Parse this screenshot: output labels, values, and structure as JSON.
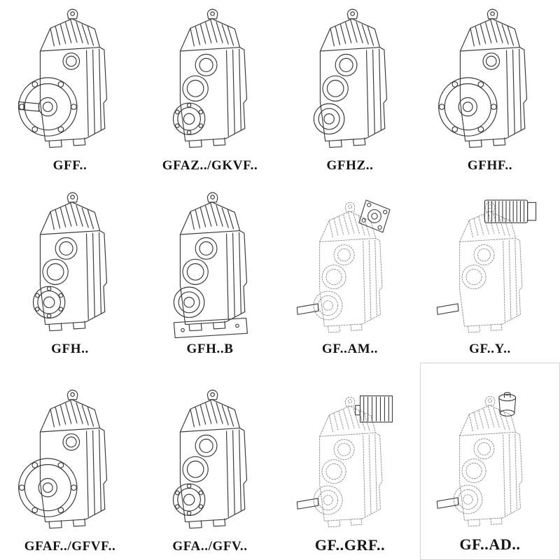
{
  "page": {
    "background_color": "#ffffff",
    "line_color": "#3c3c3c",
    "dashed_line_color": "#8f8f8f"
  },
  "catalog": {
    "items": [
      {
        "label": "GFF..",
        "variant": "flange-mounted-solid-shaft",
        "line_style": "solid"
      },
      {
        "label": "GFAZ../GKVF..",
        "variant": "hollow-shaft-unit",
        "line_style": "solid"
      },
      {
        "label": "GFHZ..",
        "variant": "hollow-shaft-shrink-disc",
        "line_style": "solid"
      },
      {
        "label": "GFHF..",
        "variant": "flange-mounted-hollow-shaft",
        "line_style": "solid"
      },
      {
        "label": "GFH..",
        "variant": "shaft-mounted-unit",
        "line_style": "solid"
      },
      {
        "label": "GFH..B",
        "variant": "shaft-mounted-with-base",
        "line_style": "solid"
      },
      {
        "label": "GF..AM..",
        "variant": "iec-motor-adapter",
        "line_style": "dashed"
      },
      {
        "label": "GF..Y..",
        "variant": "motor-mounted-unit",
        "line_style": "dashed"
      },
      {
        "label": "GFAF../GFVF..",
        "variant": "flange-mounted-unit",
        "line_style": "solid"
      },
      {
        "label": "GFA../GFV..",
        "variant": "hollow-shaft-unit",
        "line_style": "solid"
      },
      {
        "label": "GF..GRF..",
        "variant": "grf-adapter-unit",
        "line_style": "dashed"
      },
      {
        "label": "GF..AD..",
        "variant": "input-shaft-adapter",
        "line_style": "dashed"
      }
    ]
  }
}
